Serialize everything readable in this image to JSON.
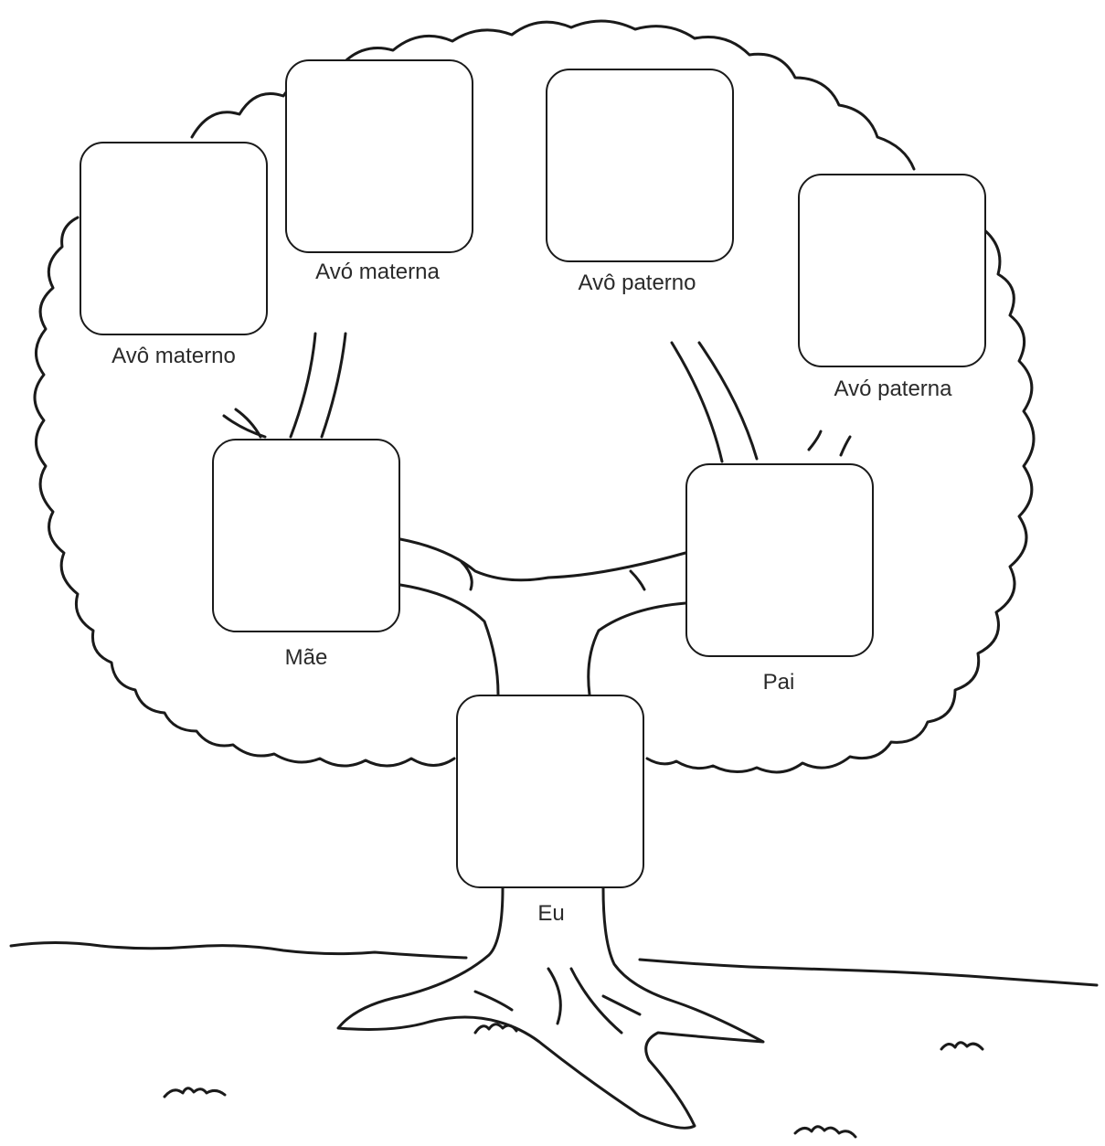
{
  "family_tree": {
    "maternal_grandfather": "Avô materno",
    "maternal_grandmother": "Avó materna",
    "paternal_grandfather": "Avô paterno",
    "paternal_grandmother": "Avó paterna",
    "mother": "Mãe",
    "father": "Pai",
    "me": "Eu"
  },
  "colors": {
    "line": "#1a1a1a",
    "background": "#ffffff",
    "text": "#2a2a2a"
  }
}
